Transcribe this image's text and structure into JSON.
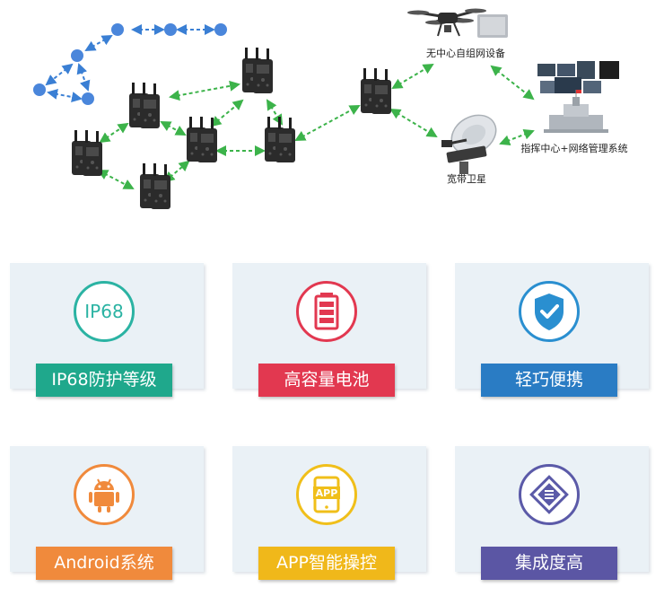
{
  "diagram": {
    "labels": {
      "drone": "无中心自组网设备",
      "satellite": "宽带卫星",
      "command": "指挥中心+网络管理系统"
    }
  },
  "features": [
    {
      "label": "IP68防护等级",
      "icon": "ip68-icon",
      "icon_text": "IP68",
      "color": "#2bb3a3",
      "label_color": "#1fa88c"
    },
    {
      "label": "高容量电池",
      "icon": "battery-icon",
      "color": "#e23850",
      "label_color": "#e23850"
    },
    {
      "label": "轻巧便携",
      "icon": "shield-check-icon",
      "color": "#2a8fd0",
      "label_color": "#2a7cc4"
    },
    {
      "label": "Android系统",
      "icon": "android-icon",
      "color": "#f08a3c",
      "label_color": "#f08a3c"
    },
    {
      "label": "APP智能操控",
      "icon": "app-phone-icon",
      "icon_text": "APP",
      "color": "#f0bf1a",
      "label_color": "#f0b81a"
    },
    {
      "label": "集成度高",
      "icon": "chip-icon",
      "color": "#5b5aa8",
      "label_color": "#5b56a4"
    }
  ]
}
